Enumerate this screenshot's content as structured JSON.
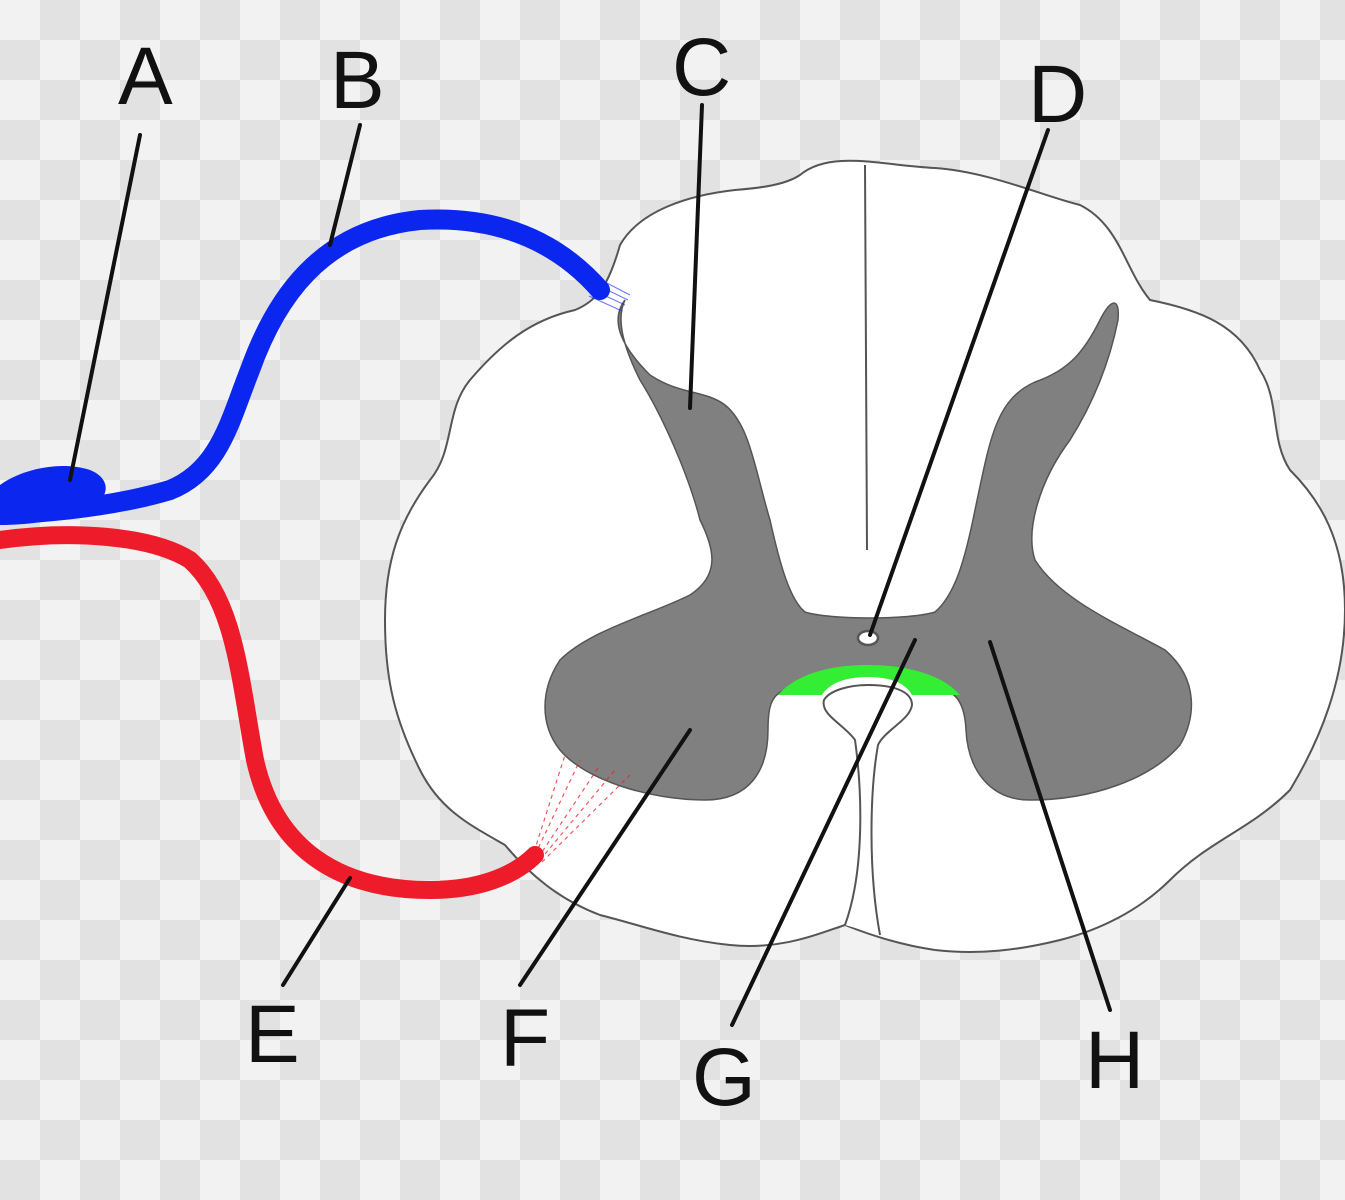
{
  "colors": {
    "background_light": "#f2f2f2",
    "background_dark": "#e2e2e2",
    "white_matter_fill": "#ffffff",
    "outline": "#555555",
    "gray_matter": "#808080",
    "commissure": "#33ee33",
    "dorsal_root": "#0b26ee",
    "ventral_root": "#ee1c2a",
    "label_line": "#111111"
  },
  "labels": {
    "A": "A",
    "B": "B",
    "C": "C",
    "D": "D",
    "E": "E",
    "F": "F",
    "G": "G",
    "H": "H"
  }
}
